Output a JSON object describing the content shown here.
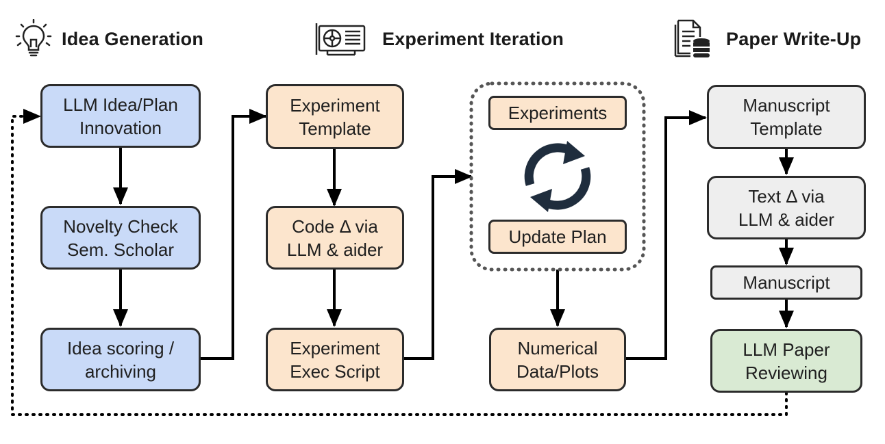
{
  "sections": {
    "idea": {
      "title": "Idea Generation",
      "icon": "lightbulb-icon"
    },
    "experiment": {
      "title": "Experiment Iteration",
      "icon": "gpu-card-icon"
    },
    "paper": {
      "title": "Paper Write-Up",
      "icon": "document-database-icon"
    }
  },
  "nodes": {
    "llm_idea": "LLM Idea/Plan\nInnovation",
    "novelty": "Novelty Check\nSem. Scholar",
    "scoring": "Idea scoring /\narchiving",
    "exp_template": "Experiment\nTemplate",
    "code_delta": "Code Δ via\nLLM & aider",
    "exec_script": "Experiment\nExec Script",
    "experiments": "Experiments",
    "update_plan": "Update Plan",
    "numerical": "Numerical\nData/Plots",
    "manuscript_template": "Manuscript\nTemplate",
    "text_delta": "Text Δ via\nLLM & aider",
    "manuscript": "Manuscript",
    "reviewing": "LLM Paper\nReviewing"
  },
  "loop_icon": "refresh-cycle-icon",
  "colors": {
    "idea": "#c9daf8",
    "experiment": "#fce5cd",
    "paper": "#eeeeee",
    "review": "#d9ead3",
    "stroke": "#000000"
  }
}
